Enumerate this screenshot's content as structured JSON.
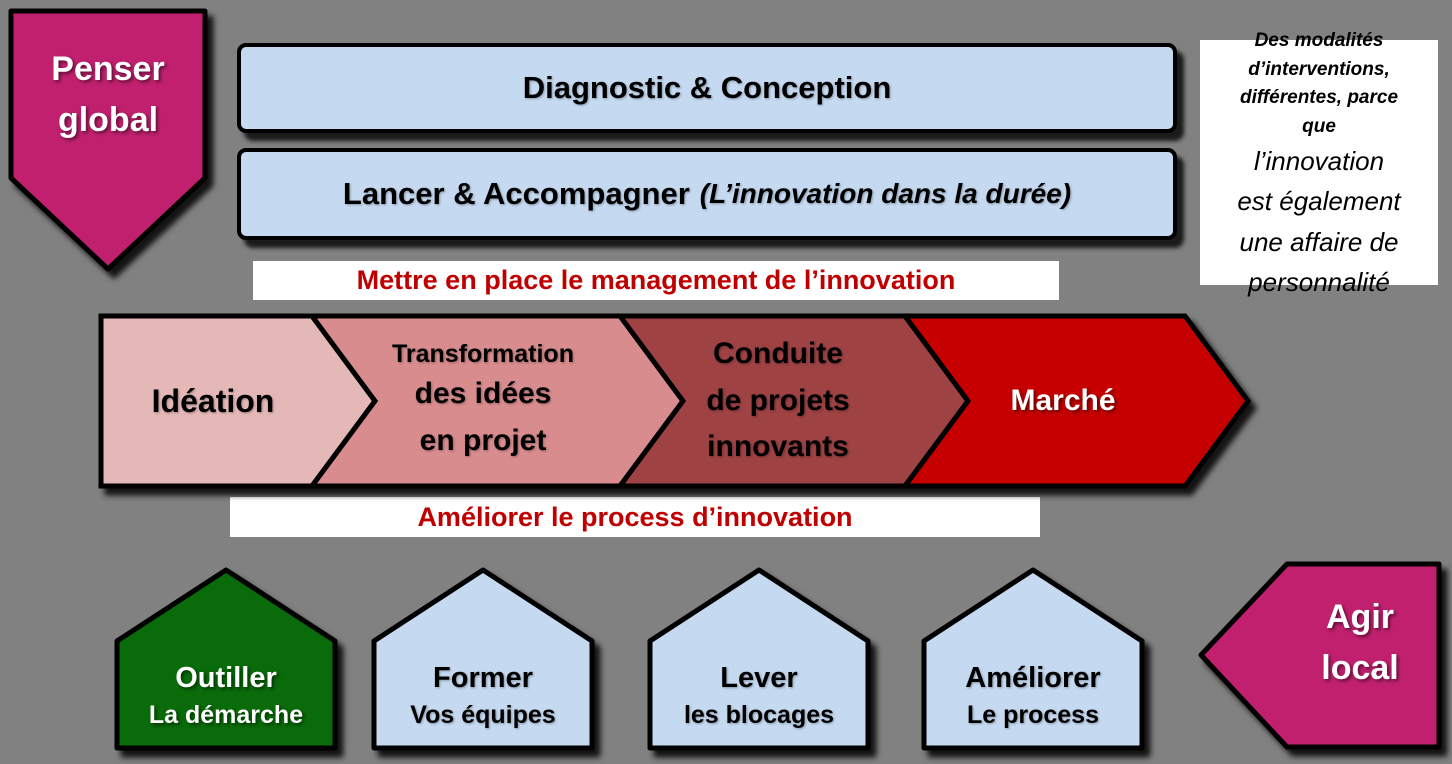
{
  "colors": {
    "background": "#818181",
    "magenta": "#C0206E",
    "panel_blue": "#C5D9F1",
    "banner_red": "#C00000",
    "green": "#096B09",
    "white": "#FFFFFF"
  },
  "penser_global": {
    "line1": "Penser",
    "line2": "global",
    "fill": "#C0206E"
  },
  "agir_local": {
    "line1": "Agir",
    "line2": "local",
    "fill": "#C0206E"
  },
  "top_bars": {
    "bar1": {
      "title": "Diagnostic & Conception"
    },
    "bar2": {
      "title_main": "Lancer & Accompagner",
      "title_italic": "(L’innovation  dans la durée)"
    }
  },
  "side_note": {
    "small_lines": [
      "Des modalités",
      "d’interventions,",
      "différentes, parce",
      "que"
    ],
    "large_lines": [
      "l’innovation",
      "est également",
      "une affaire de",
      "personnalité"
    ]
  },
  "banners": {
    "top": {
      "text": "Mettre en place le management de l’innovation",
      "color": "#C00000"
    },
    "bottom": {
      "text": "Améliorer le process d’innovation",
      "color": "#C00000"
    }
  },
  "chevrons": [
    {
      "lines": [
        "Idéation"
      ],
      "fill": "#E5B8B8",
      "text_color": "#000000"
    },
    {
      "lines": [
        "Transformation",
        "des idées",
        "en projet"
      ],
      "fill": "#D88C8E",
      "text_color": "#000000"
    },
    {
      "lines": [
        "Conduite",
        "de projets",
        "innovants"
      ],
      "fill": "#9E4244",
      "text_color": "#000000"
    },
    {
      "lines": [
        "Marché"
      ],
      "fill": "#C60000",
      "text_color": "#FFFFFF"
    }
  ],
  "houses": [
    {
      "line1": "Outiller",
      "line2": "La démarche",
      "fill": "#096B09",
      "text_color": "#FFFFFF"
    },
    {
      "line1": "Former",
      "line2": "Vos équipes",
      "fill": "#C5D9F1",
      "text_color": "#000000"
    },
    {
      "line1": "Lever",
      "line2": "les blocages",
      "fill": "#C5D9F1",
      "text_color": "#000000"
    },
    {
      "line1": "Améliorer",
      "line2": "Le process",
      "fill": "#C5D9F1",
      "text_color": "#000000"
    }
  ]
}
